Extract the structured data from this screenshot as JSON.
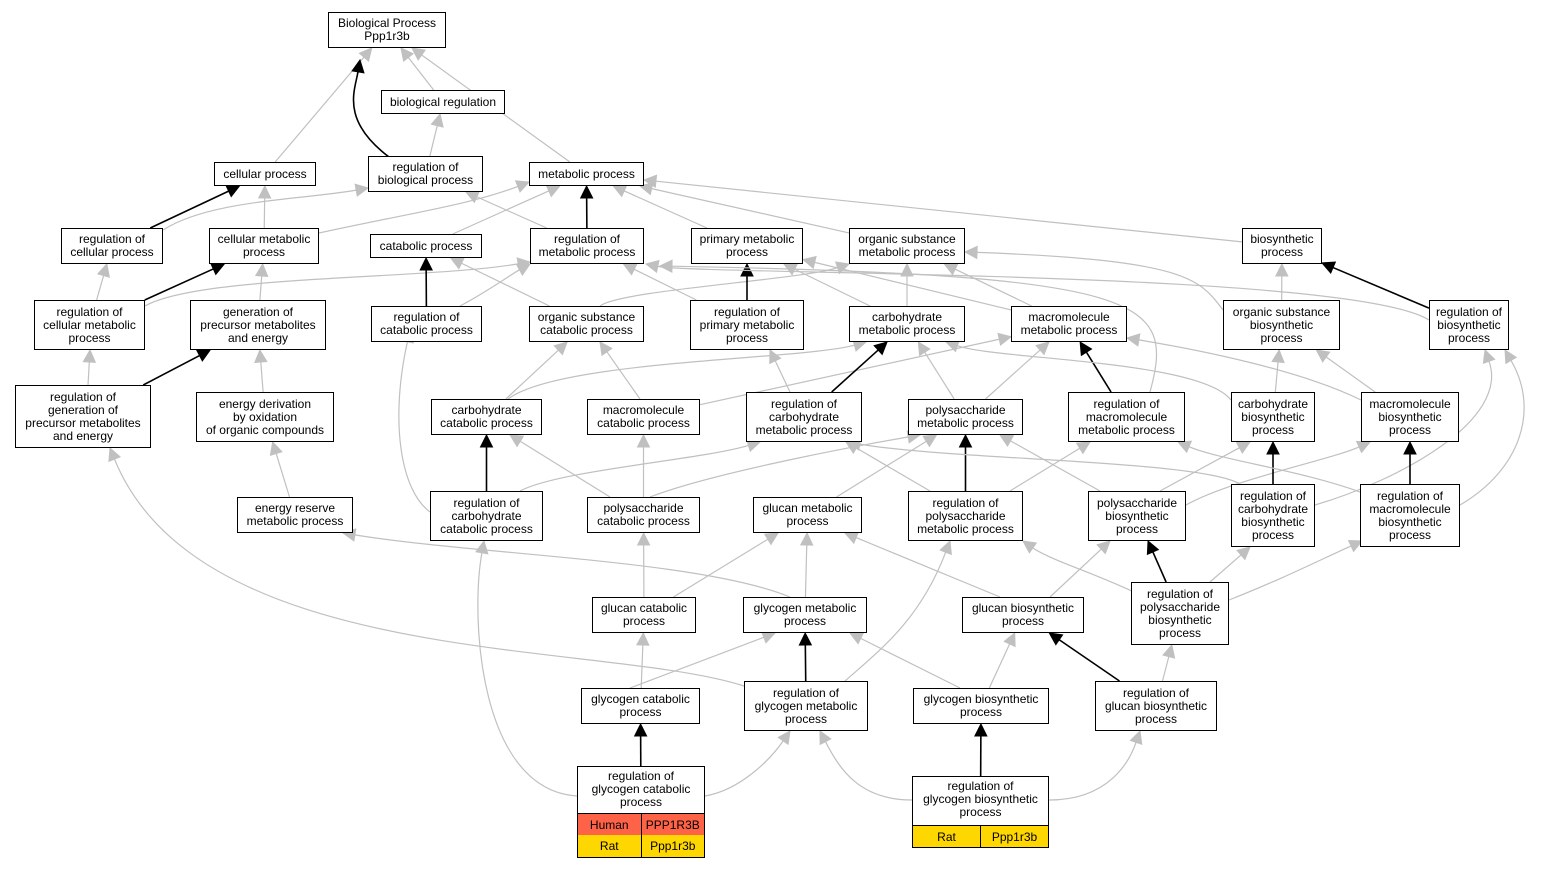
{
  "colors": {
    "edge_gray": "#c0c0c0",
    "edge_black": "#000000",
    "node_border": "#000000",
    "node_fill": "#ffffff",
    "human": "#ff6347",
    "rat": "#ffd700"
  },
  "nodes": [
    {
      "id": "bp",
      "label": "Biological Process\nPpp1r3b"
    },
    {
      "id": "bioreg",
      "label": "biological regulation"
    },
    {
      "id": "cellproc",
      "label": "cellular process"
    },
    {
      "id": "regbio",
      "label": "regulation of\nbiological process"
    },
    {
      "id": "metab",
      "label": "metabolic process"
    },
    {
      "id": "regcell",
      "label": "regulation of\ncellular process"
    },
    {
      "id": "cellmet",
      "label": "cellular metabolic\nprocess"
    },
    {
      "id": "catab",
      "label": "catabolic process"
    },
    {
      "id": "regmet",
      "label": "regulation of\nmetabolic process"
    },
    {
      "id": "primmet",
      "label": "primary metabolic\nprocess"
    },
    {
      "id": "orgsub",
      "label": "organic substance\nmetabolic process"
    },
    {
      "id": "biosyn",
      "label": "biosynthetic\nprocess"
    },
    {
      "id": "regcellmet",
      "label": "regulation of\ncellular metabolic\nprocess"
    },
    {
      "id": "genprec",
      "label": "generation of\nprecursor metabolites\nand energy"
    },
    {
      "id": "regcatab",
      "label": "regulation of\ncatabolic process"
    },
    {
      "id": "orgsubcat",
      "label": "organic substance\ncatabolic process"
    },
    {
      "id": "regprim",
      "label": "regulation of\nprimary metabolic\nprocess"
    },
    {
      "id": "carbmet",
      "label": "carbohydrate\nmetabolic process"
    },
    {
      "id": "macromet",
      "label": "macromolecule\nmetabolic process"
    },
    {
      "id": "orgsubbio",
      "label": "organic substance\nbiosynthetic\nprocess"
    },
    {
      "id": "regbiosyn",
      "label": "regulation of\nbiosynthetic\nprocess"
    },
    {
      "id": "reggenprec",
      "label": "regulation of\ngeneration of\nprecursor metabolites\nand energy"
    },
    {
      "id": "energyder",
      "label": "energy derivation\nby oxidation\nof organic compounds"
    },
    {
      "id": "carbcat",
      "label": "carbohydrate\ncatabolic process"
    },
    {
      "id": "macrocat",
      "label": "macromolecule\ncatabolic process"
    },
    {
      "id": "regcarbmet",
      "label": "regulation of\ncarbohydrate\nmetabolic process"
    },
    {
      "id": "polymet",
      "label": "polysaccharide\nmetabolic process"
    },
    {
      "id": "regmacromet",
      "label": "regulation of\nmacromolecule\nmetabolic process"
    },
    {
      "id": "carbbio",
      "label": "carbohydrate\nbiosynthetic\nprocess"
    },
    {
      "id": "macrobio",
      "label": "macromolecule\nbiosynthetic\nprocess"
    },
    {
      "id": "energyres",
      "label": "energy reserve\nmetabolic process"
    },
    {
      "id": "regcarbcat",
      "label": "regulation of\ncarbohydrate\ncatabolic process"
    },
    {
      "id": "polycat",
      "label": "polysaccharide\ncatabolic process"
    },
    {
      "id": "glucanmet",
      "label": "glucan metabolic\nprocess"
    },
    {
      "id": "regpolymet",
      "label": "regulation of\npolysaccharide\nmetabolic process"
    },
    {
      "id": "polybio",
      "label": "polysaccharide\nbiosynthetic\nprocess"
    },
    {
      "id": "regcarbbio",
      "label": "regulation of\ncarbohydrate\nbiosynthetic\nprocess"
    },
    {
      "id": "regmacrobio",
      "label": "regulation of\nmacromolecule\nbiosynthetic\nprocess"
    },
    {
      "id": "glucancat",
      "label": "glucan catabolic\nprocess"
    },
    {
      "id": "glycmet",
      "label": "glycogen metabolic\nprocess"
    },
    {
      "id": "glucanbio",
      "label": "glucan biosynthetic\nprocess"
    },
    {
      "id": "regpolybio",
      "label": "regulation of\npolysaccharide\nbiosynthetic\nprocess"
    },
    {
      "id": "glyccat",
      "label": "glycogen catabolic\nprocess"
    },
    {
      "id": "regglycmet",
      "label": "regulation of\nglycogen metabolic\nprocess"
    },
    {
      "id": "glycbio",
      "label": "glycogen biosynthetic\nprocess"
    },
    {
      "id": "regglucanbio",
      "label": "regulation of\nglucan biosynthetic\nprocess"
    },
    {
      "id": "regglyccat",
      "label": "regulation of\nglycogen catabolic\nprocess"
    },
    {
      "id": "regglycbio",
      "label": "regulation of\nglycogen biosynthetic\nprocess"
    }
  ],
  "annotations": {
    "regglyccat": [
      {
        "species": "Human",
        "gene": "PPP1R3B",
        "color": "#ff6347"
      },
      {
        "species": "Rat",
        "gene": "Ppp1r3b",
        "color": "#ffd700"
      }
    ],
    "regglycbio": [
      {
        "species": "Rat",
        "gene": "Ppp1r3b",
        "color": "#ffd700"
      }
    ]
  },
  "edges": [
    {
      "from": "bioreg",
      "to": "bp",
      "kind": "is_a"
    },
    {
      "from": "cellproc",
      "to": "bp",
      "kind": "is_a"
    },
    {
      "from": "regbio",
      "to": "bp",
      "kind": "regulates"
    },
    {
      "from": "regbio",
      "to": "bioreg",
      "kind": "is_a"
    },
    {
      "from": "metab",
      "to": "bp",
      "kind": "is_a"
    },
    {
      "from": "regcell",
      "to": "cellproc",
      "kind": "regulates"
    },
    {
      "from": "regcell",
      "to": "regbio",
      "kind": "is_a"
    },
    {
      "from": "cellmet",
      "to": "cellproc",
      "kind": "is_a"
    },
    {
      "from": "cellmet",
      "to": "metab",
      "kind": "is_a"
    },
    {
      "from": "catab",
      "to": "metab",
      "kind": "is_a"
    },
    {
      "from": "regmet",
      "to": "metab",
      "kind": "regulates"
    },
    {
      "from": "regmet",
      "to": "regbio",
      "kind": "is_a"
    },
    {
      "from": "primmet",
      "to": "metab",
      "kind": "is_a"
    },
    {
      "from": "orgsub",
      "to": "metab",
      "kind": "is_a"
    },
    {
      "from": "biosyn",
      "to": "metab",
      "kind": "is_a"
    },
    {
      "from": "regcellmet",
      "to": "regcell",
      "kind": "is_a"
    },
    {
      "from": "regcellmet",
      "to": "cellmet",
      "kind": "regulates"
    },
    {
      "from": "regcellmet",
      "to": "regmet",
      "kind": "is_a"
    },
    {
      "from": "genprec",
      "to": "cellmet",
      "kind": "is_a"
    },
    {
      "from": "regcatab",
      "to": "catab",
      "kind": "regulates"
    },
    {
      "from": "regcatab",
      "to": "regmet",
      "kind": "is_a"
    },
    {
      "from": "orgsubcat",
      "to": "catab",
      "kind": "is_a"
    },
    {
      "from": "orgsubcat",
      "to": "orgsub",
      "kind": "is_a"
    },
    {
      "from": "regprim",
      "to": "primmet",
      "kind": "regulates"
    },
    {
      "from": "regprim",
      "to": "regmet",
      "kind": "is_a"
    },
    {
      "from": "carbmet",
      "to": "primmet",
      "kind": "is_a"
    },
    {
      "from": "carbmet",
      "to": "orgsub",
      "kind": "is_a"
    },
    {
      "from": "macromet",
      "to": "primmet",
      "kind": "is_a"
    },
    {
      "from": "macromet",
      "to": "orgsub",
      "kind": "is_a"
    },
    {
      "from": "orgsubbio",
      "to": "orgsub",
      "kind": "is_a"
    },
    {
      "from": "orgsubbio",
      "to": "biosyn",
      "kind": "is_a"
    },
    {
      "from": "regbiosyn",
      "to": "biosyn",
      "kind": "regulates"
    },
    {
      "from": "regbiosyn",
      "to": "regmet",
      "kind": "is_a"
    },
    {
      "from": "reggenprec",
      "to": "genprec",
      "kind": "regulates"
    },
    {
      "from": "reggenprec",
      "to": "regcellmet",
      "kind": "is_a"
    },
    {
      "from": "energyder",
      "to": "genprec",
      "kind": "is_a"
    },
    {
      "from": "carbcat",
      "to": "orgsubcat",
      "kind": "is_a"
    },
    {
      "from": "carbcat",
      "to": "carbmet",
      "kind": "is_a"
    },
    {
      "from": "macrocat",
      "to": "orgsubcat",
      "kind": "is_a"
    },
    {
      "from": "macrocat",
      "to": "macromet",
      "kind": "is_a"
    },
    {
      "from": "regcarbmet",
      "to": "regprim",
      "kind": "is_a"
    },
    {
      "from": "regcarbmet",
      "to": "carbmet",
      "kind": "regulates"
    },
    {
      "from": "polymet",
      "to": "carbmet",
      "kind": "is_a"
    },
    {
      "from": "polymet",
      "to": "macromet",
      "kind": "is_a"
    },
    {
      "from": "regmacromet",
      "to": "macromet",
      "kind": "regulates"
    },
    {
      "from": "regmacromet",
      "to": "regmet",
      "kind": "is_a"
    },
    {
      "from": "carbbio",
      "to": "carbmet",
      "kind": "is_a"
    },
    {
      "from": "carbbio",
      "to": "orgsubbio",
      "kind": "is_a"
    },
    {
      "from": "macrobio",
      "to": "macromet",
      "kind": "is_a"
    },
    {
      "from": "macrobio",
      "to": "orgsubbio",
      "kind": "is_a"
    },
    {
      "from": "energyres",
      "to": "energyder",
      "kind": "is_a"
    },
    {
      "from": "regcarbcat",
      "to": "regcatab",
      "kind": "is_a"
    },
    {
      "from": "regcarbcat",
      "to": "carbcat",
      "kind": "regulates"
    },
    {
      "from": "regcarbcat",
      "to": "regcarbmet",
      "kind": "is_a"
    },
    {
      "from": "polycat",
      "to": "carbcat",
      "kind": "is_a"
    },
    {
      "from": "polycat",
      "to": "macrocat",
      "kind": "is_a"
    },
    {
      "from": "polycat",
      "to": "polymet",
      "kind": "is_a"
    },
    {
      "from": "glucanmet",
      "to": "polymet",
      "kind": "is_a"
    },
    {
      "from": "regpolymet",
      "to": "regcarbmet",
      "kind": "is_a"
    },
    {
      "from": "regpolymet",
      "to": "polymet",
      "kind": "regulates"
    },
    {
      "from": "regpolymet",
      "to": "regmacromet",
      "kind": "is_a"
    },
    {
      "from": "polybio",
      "to": "polymet",
      "kind": "is_a"
    },
    {
      "from": "polybio",
      "to": "carbbio",
      "kind": "is_a"
    },
    {
      "from": "polybio",
      "to": "macrobio",
      "kind": "is_a"
    },
    {
      "from": "regcarbbio",
      "to": "regcarbmet",
      "kind": "is_a"
    },
    {
      "from": "regcarbbio",
      "to": "carbbio",
      "kind": "regulates"
    },
    {
      "from": "regcarbbio",
      "to": "regbiosyn",
      "kind": "is_a"
    },
    {
      "from": "regmacrobio",
      "to": "regmacromet",
      "kind": "is_a"
    },
    {
      "from": "regmacrobio",
      "to": "macrobio",
      "kind": "regulates"
    },
    {
      "from": "regmacrobio",
      "to": "regbiosyn",
      "kind": "is_a"
    },
    {
      "from": "glucancat",
      "to": "polycat",
      "kind": "is_a"
    },
    {
      "from": "glucancat",
      "to": "glucanmet",
      "kind": "is_a"
    },
    {
      "from": "glycmet",
      "to": "energyres",
      "kind": "is_a"
    },
    {
      "from": "glycmet",
      "to": "glucanmet",
      "kind": "is_a"
    },
    {
      "from": "glucanbio",
      "to": "glucanmet",
      "kind": "is_a"
    },
    {
      "from": "glucanbio",
      "to": "polybio",
      "kind": "is_a"
    },
    {
      "from": "regpolybio",
      "to": "regpolymet",
      "kind": "is_a"
    },
    {
      "from": "regpolybio",
      "to": "polybio",
      "kind": "regulates"
    },
    {
      "from": "regpolybio",
      "to": "regcarbbio",
      "kind": "is_a"
    },
    {
      "from": "regpolybio",
      "to": "regmacrobio",
      "kind": "is_a"
    },
    {
      "from": "glyccat",
      "to": "glucancat",
      "kind": "is_a"
    },
    {
      "from": "glyccat",
      "to": "glycmet",
      "kind": "is_a"
    },
    {
      "from": "regglycmet",
      "to": "reggenprec",
      "kind": "is_a"
    },
    {
      "from": "regglycmet",
      "to": "regpolymet",
      "kind": "is_a"
    },
    {
      "from": "regglycmet",
      "to": "glycmet",
      "kind": "regulates"
    },
    {
      "from": "glycbio",
      "to": "glycmet",
      "kind": "is_a"
    },
    {
      "from": "glycbio",
      "to": "glucanbio",
      "kind": "is_a"
    },
    {
      "from": "regglucanbio",
      "to": "glucanbio",
      "kind": "regulates"
    },
    {
      "from": "regglucanbio",
      "to": "regpolybio",
      "kind": "is_a"
    },
    {
      "from": "regglyccat",
      "to": "regcarbcat",
      "kind": "is_a"
    },
    {
      "from": "regglyccat",
      "to": "glyccat",
      "kind": "regulates"
    },
    {
      "from": "regglyccat",
      "to": "regglycmet",
      "kind": "is_a"
    },
    {
      "from": "regglycbio",
      "to": "regglycmet",
      "kind": "is_a"
    },
    {
      "from": "regglycbio",
      "to": "glycbio",
      "kind": "regulates"
    },
    {
      "from": "regglycbio",
      "to": "regglucanbio",
      "kind": "is_a"
    }
  ]
}
